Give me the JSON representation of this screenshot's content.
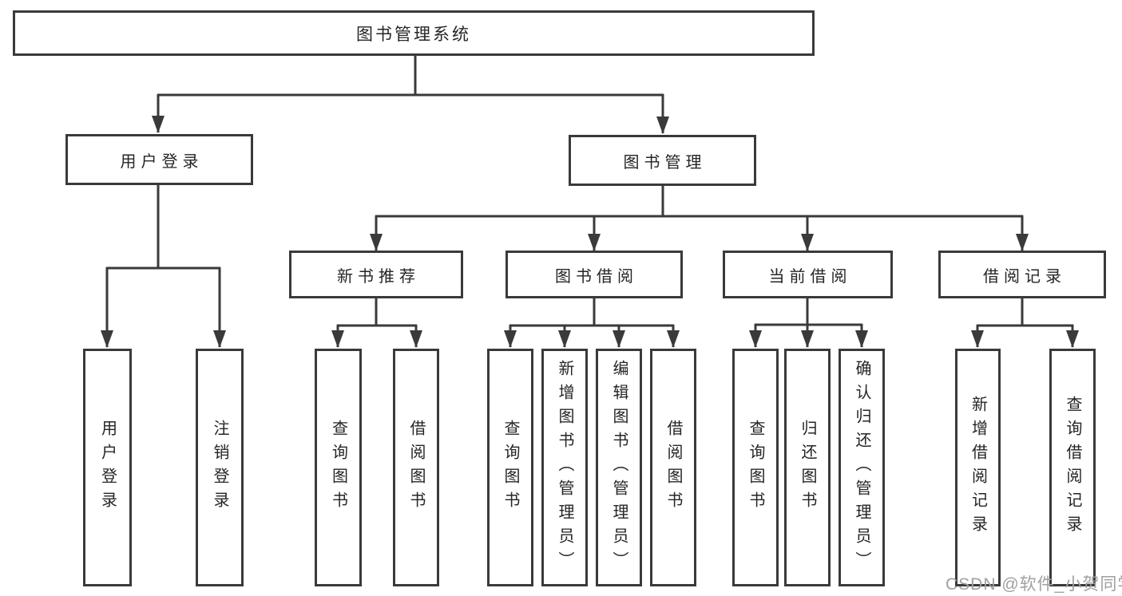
{
  "colors": {
    "background": "#ffffff",
    "line": "#3a3a3a",
    "box_border": "#3a3a3a",
    "text": "#252525",
    "watermark": "#a0a0a0"
  },
  "diagram": {
    "type": "tree",
    "root": {
      "label": "图书管理系统"
    },
    "level2": [
      {
        "label": "用户登录",
        "parent": "图书管理系统"
      },
      {
        "label": "图书管理",
        "parent": "图书管理系统"
      }
    ],
    "level3": [
      {
        "label": "新书推荐",
        "parent": "图书管理"
      },
      {
        "label": "图书借阅",
        "parent": "图书管理"
      },
      {
        "label": "当前借阅",
        "parent": "图书管理"
      },
      {
        "label": "借阅记录",
        "parent": "图书管理"
      }
    ],
    "leaves": [
      {
        "label": "用户登录",
        "parent": "用户登录"
      },
      {
        "label": "注销登录",
        "parent": "用户登录"
      },
      {
        "label": "查询图书",
        "parent": "新书推荐"
      },
      {
        "label": "借阅图书",
        "parent": "新书推荐"
      },
      {
        "label": "查询图书",
        "parent": "图书借阅"
      },
      {
        "label": "新增图书（管理员）",
        "parent": "图书借阅"
      },
      {
        "label": "编辑图书（管理员）",
        "parent": "图书借阅"
      },
      {
        "label": "借阅图书",
        "parent": "图书借阅"
      },
      {
        "label": "查询图书",
        "parent": "当前借阅"
      },
      {
        "label": "归还图书",
        "parent": "当前借阅"
      },
      {
        "label": "确认归还（管理员）",
        "parent": "当前借阅"
      },
      {
        "label": "新增借阅记录",
        "parent": "借阅记录"
      },
      {
        "label": "查询借阅记录",
        "parent": "借阅记录"
      }
    ]
  },
  "watermark": {
    "text": "CSDN @软件_小贺同学"
  }
}
